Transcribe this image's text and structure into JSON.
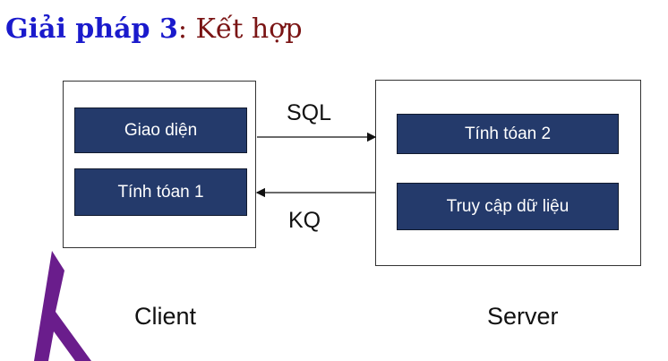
{
  "slide": {
    "title_lead": "Giải pháp 3",
    "title_rest": ": Kết hợp"
  },
  "client": {
    "modules": [
      "Giao diện",
      "Tính tóan 1"
    ],
    "caption": "Client"
  },
  "server": {
    "modules": [
      "Tính tóan 2",
      "Truy cập dữ liệu"
    ],
    "caption": "Server"
  },
  "arrows": {
    "request_label": "SQL",
    "response_label": "KQ"
  },
  "colors": {
    "title_lead": "#1a1acc",
    "title_rest": "#7a1414",
    "module_fill": "#243a6b",
    "logo": "#6a1d8c"
  },
  "icons": [
    "logo-h-icon"
  ]
}
